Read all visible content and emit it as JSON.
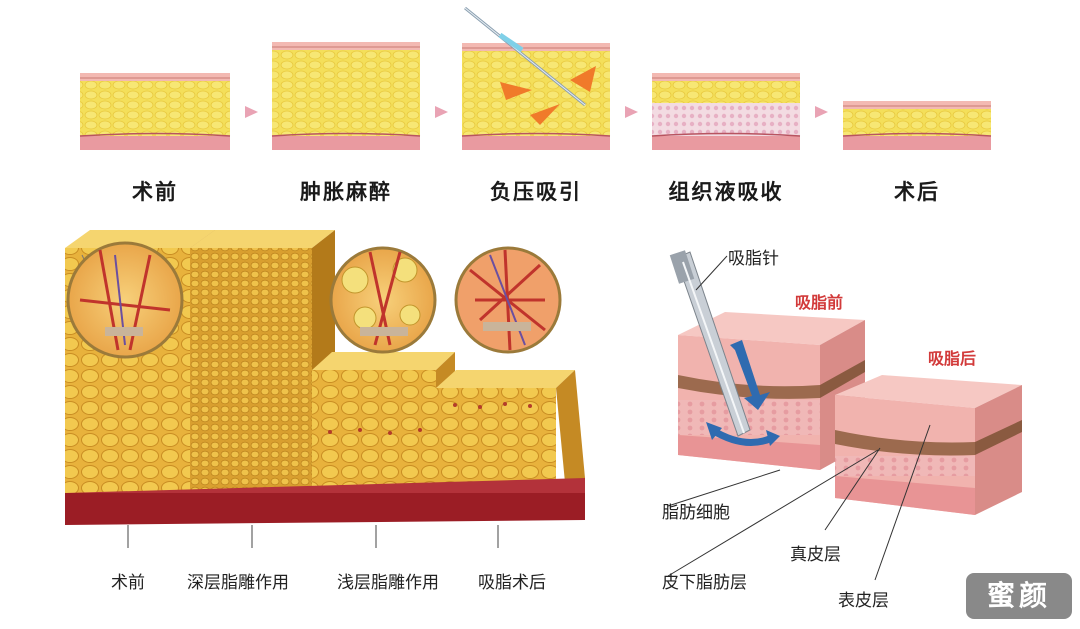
{
  "process_steps": [
    "术前",
    "肿胀麻醉",
    "负压吸引",
    "组织液吸收",
    "术后"
  ],
  "bottom_stages": [
    "术前",
    "深层脂雕作用",
    "浅层脂雕作用",
    "吸脂术后"
  ],
  "right_diagram": {
    "needle_label": "吸脂针",
    "before_title": "吸脂前",
    "after_title": "吸脂后",
    "fat_cell_label": "脂肪细胞",
    "subcutaneous_label": "皮下脂肪层",
    "dermis_label": "真皮层",
    "epidermis_label": "表皮层"
  },
  "watermark": "蜜颜",
  "colors": {
    "fat": "#f3dd54",
    "dermis": "#e8a0a8",
    "muscle": "#9b1d25",
    "arrow": "#f07a2a",
    "accent_red": "#d23a3a"
  }
}
